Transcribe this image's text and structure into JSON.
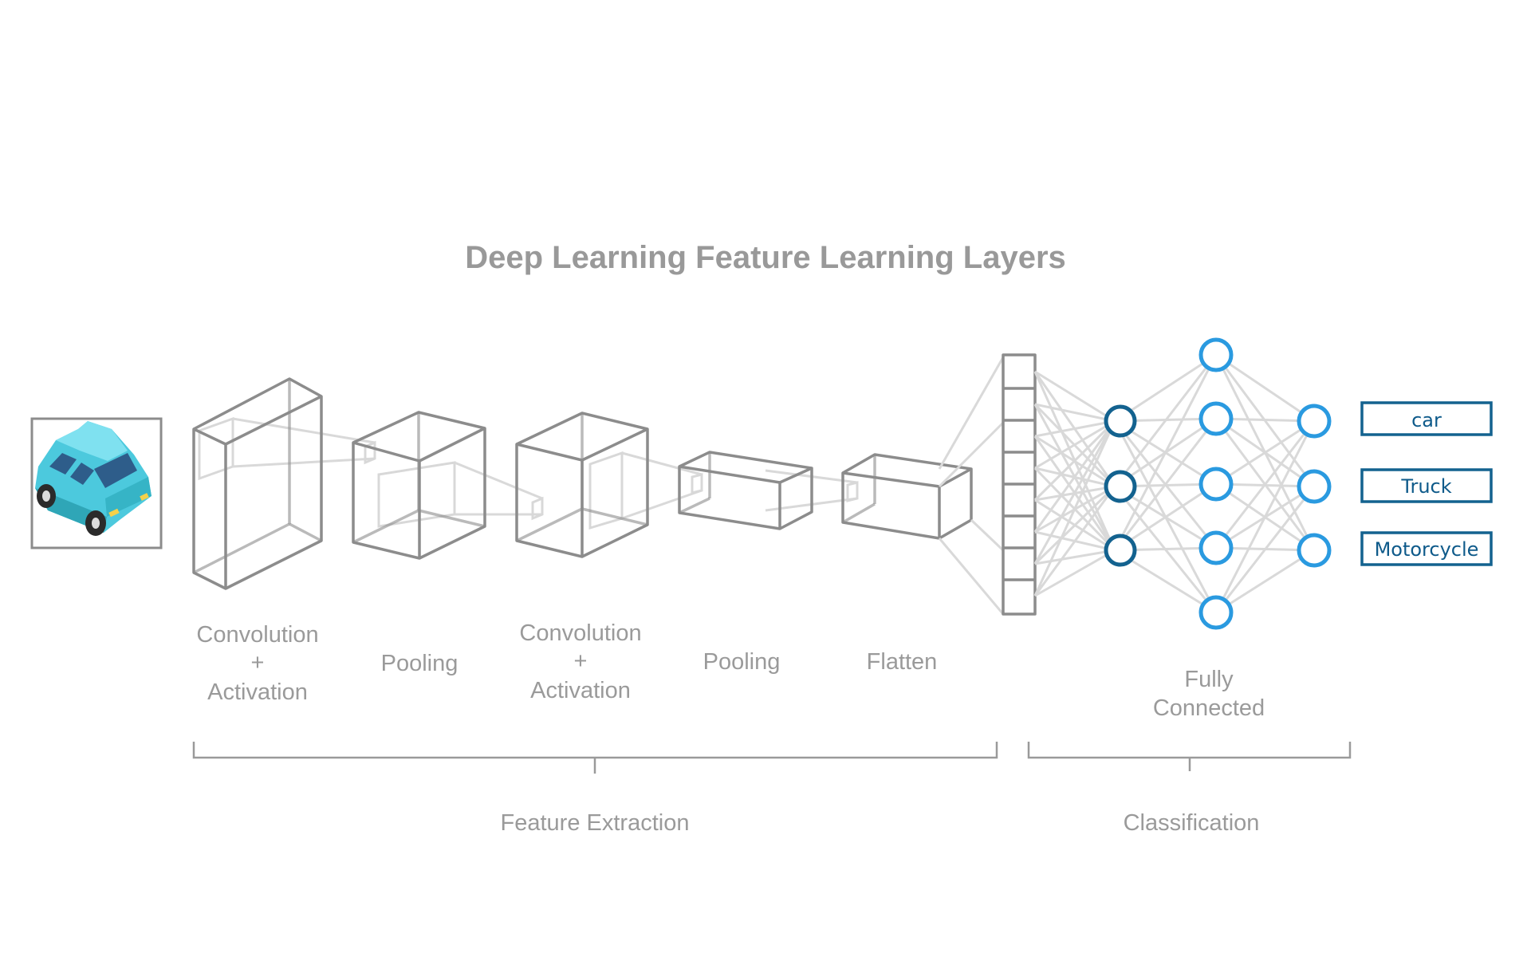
{
  "title": "Deep Learning Feature Learning Layers",
  "input_image": {
    "subject": "car",
    "icon": "car-icon"
  },
  "layers": [
    {
      "line1": "Convolution",
      "line2": "+",
      "line3": "Activation"
    },
    {
      "line1": "Pooling"
    },
    {
      "line1": "Convolution",
      "line2": "+",
      "line3": "Activation"
    },
    {
      "line1": "Pooling"
    },
    {
      "line1": "Flatten"
    },
    {
      "line1": "Fully",
      "line2": "Connected"
    }
  ],
  "groups": {
    "feature_extraction": "Feature Extraction",
    "classification": "Classification"
  },
  "outputs": [
    "car",
    "Truck",
    "Motorcycle"
  ],
  "colors": {
    "box_stroke": "#8c8c8c",
    "connection": "#d9d9d9",
    "node_dark": "#13628f",
    "node_light": "#2a9ae0",
    "car_body": "#4cc9dd"
  }
}
